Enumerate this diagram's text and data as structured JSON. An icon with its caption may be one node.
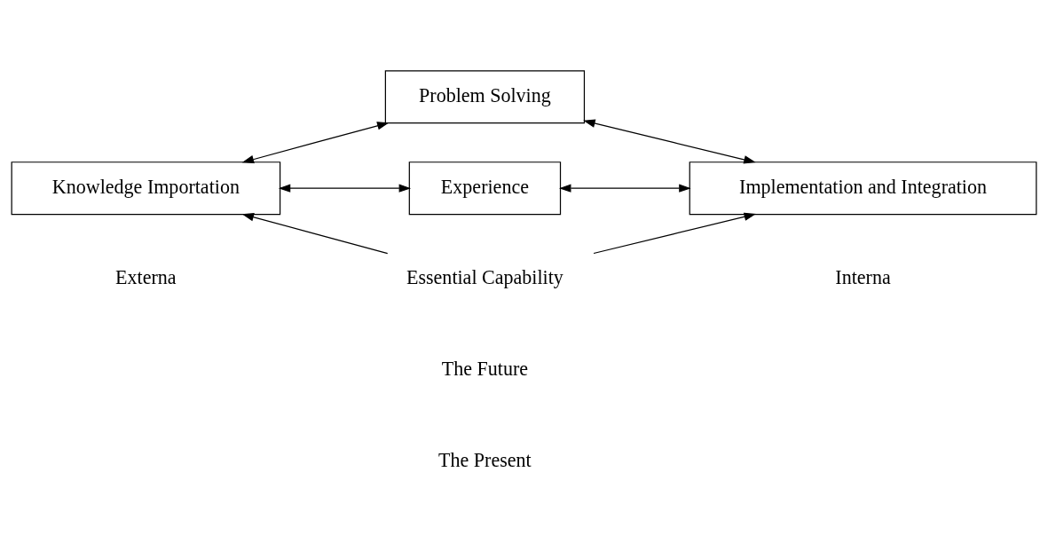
{
  "diagram": {
    "nodes": [
      {
        "text": [
          "Problem Solving"
        ]
      },
      {
        "text": [
          "Knowledge Importation"
        ]
      },
      {
        "text": [
          "Essential Capability"
        ]
      },
      {
        "text": [
          "Implementation and Integration"
        ]
      },
      {
        "text": [
          "Experience"
        ]
      }
    ],
    "edges": [
      {
        "from": 0,
        "to": 1,
        "arrow": "both"
      },
      {
        "from": 0,
        "to": 3,
        "arrow": "both"
      },
      {
        "from": 2,
        "to": 1,
        "arrow": "to"
      },
      {
        "from": 2,
        "to": 3,
        "arrow": "to"
      },
      {
        "from": 1,
        "to": 4,
        "arrow": "both"
      },
      {
        "from": 4,
        "to": 3,
        "arrow": "both"
      }
    ],
    "labels": [
      "The Present",
      "Externa",
      "Interna",
      "The Future"
    ]
  }
}
